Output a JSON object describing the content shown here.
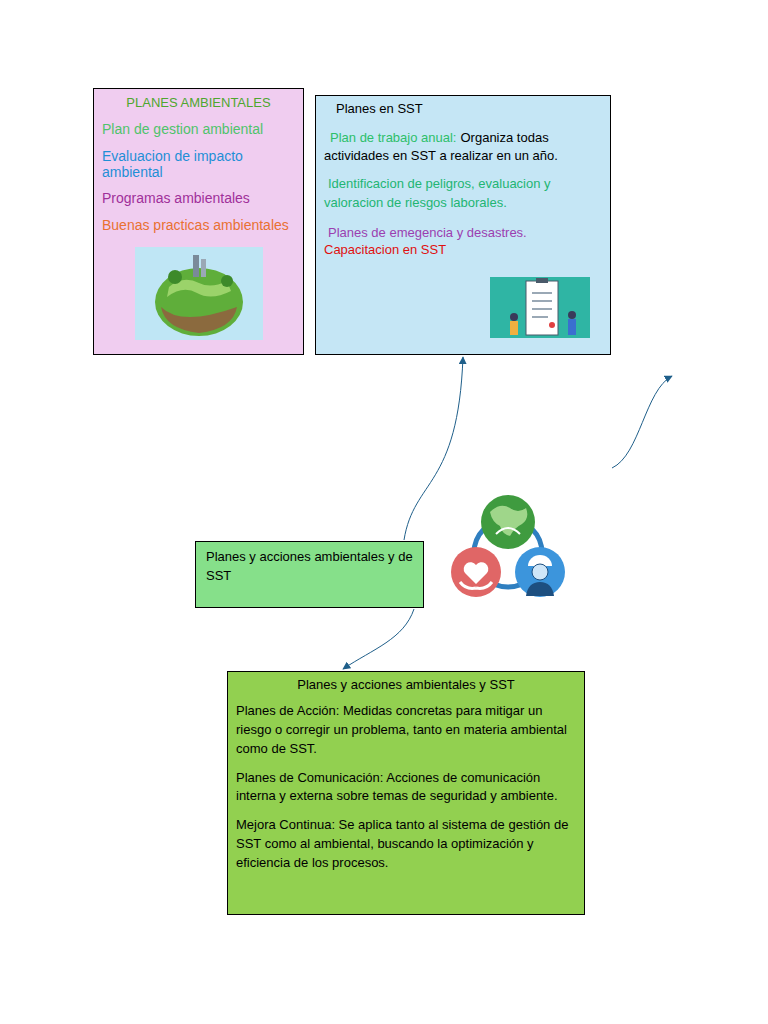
{
  "diagram": {
    "nodes": [
      {
        "text": [
          "PLANES AMBIENTALES",
          "Plan de gestion ambiental",
          "Evaluacion de impacto ambiental",
          "Programas ambientales",
          "Buenas practicas ambientales"
        ]
      },
      {
        "text": [
          "Planes en SST",
          "Plan de trabajo anual:",
          "Organiza todas actividades en SST a realizar en un año.",
          "Identificacion de peligros, evaluacion y valoracion de riesgos laborales.",
          "Planes de emegencia y desastres.",
          "Capacitacion en SST"
        ]
      },
      {
        "text": [
          "Planes y acciones ambientales y de SST"
        ]
      },
      {
        "text": [
          "Planes y acciones ambientales y SST",
          "Planes de Acción: Medidas concretas para mitigar un riesgo o corregir un problema, tanto en materia ambiental como de SST.",
          "Planes de Comunicación: Acciones de comunicación interna y externa sobre temas de seguridad y ambiente.",
          "Mejora Continua: Se aplica tanto al sistema de gestión de SST como al ambiental, buscando la optimización y eficiencia de los procesos."
        ]
      }
    ],
    "edges": [
      {
        "from": 2,
        "to": 1,
        "arrow": "to"
      },
      {
        "from": 2,
        "to": 3,
        "arrow": "to"
      }
    ]
  }
}
